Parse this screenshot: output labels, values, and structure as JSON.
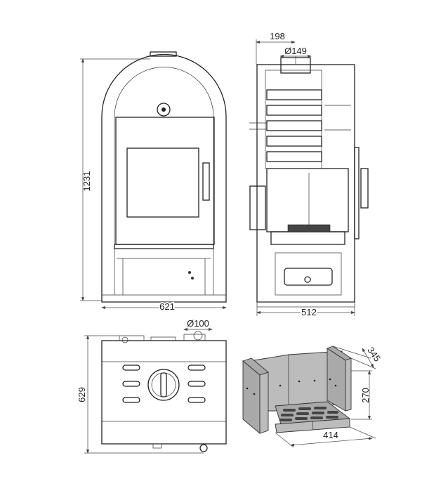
{
  "drawing": {
    "front_view": {
      "height_label": "1231",
      "width_label": "621"
    },
    "side_view": {
      "flue_offset_label": "198",
      "flue_diameter_label": "Ø149",
      "depth_label": "512"
    },
    "top_view": {
      "depth_label": "629",
      "outlet_diameter_label": "Ø100"
    },
    "firebox": {
      "depth_label": "345",
      "height_label": "270",
      "width_label": "414"
    }
  }
}
